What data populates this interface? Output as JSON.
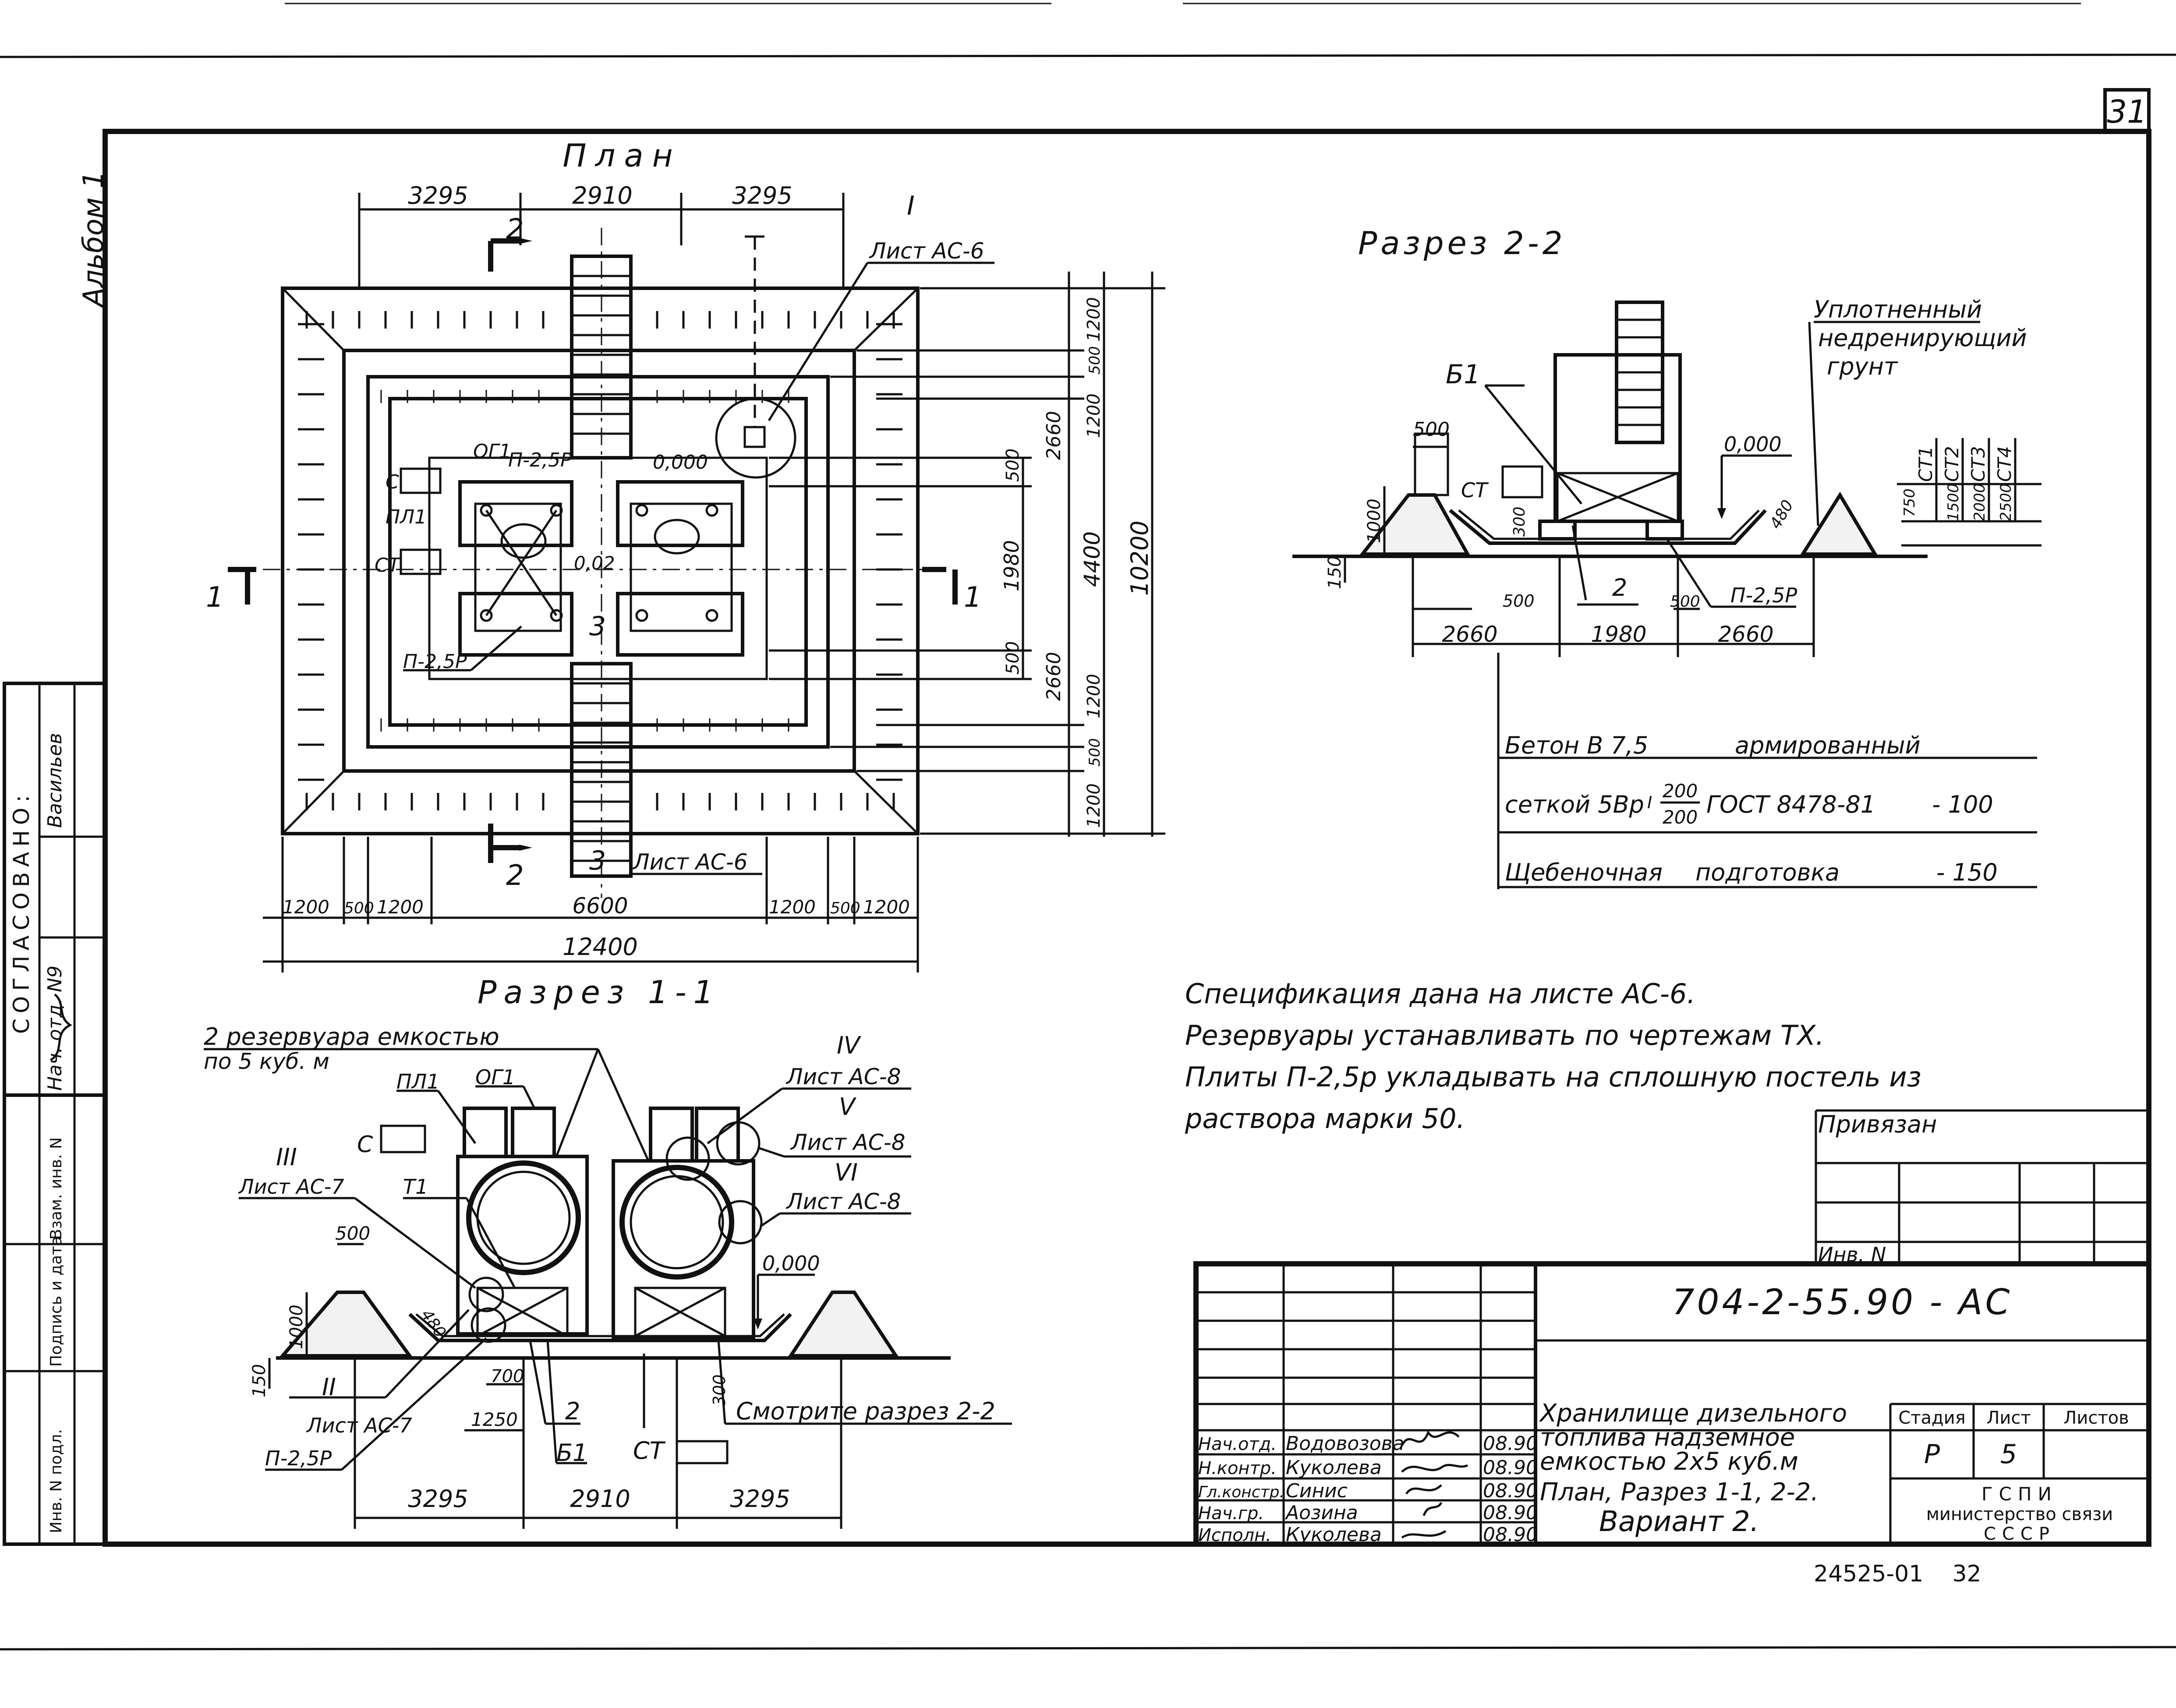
{
  "page_number": "31",
  "album_label": "Альбом 1",
  "plan": {
    "title": "План",
    "dims_top": [
      "3295",
      "2910",
      "3295"
    ],
    "dims_bottom_small": [
      "1200",
      "500",
      "1200",
      "6600",
      "1200",
      "500",
      "1200"
    ],
    "dims_bottom_total": "12400",
    "dims_right_inner": [
      "500",
      "1980",
      "500"
    ],
    "dims_right_mid": [
      "1200",
      "500",
      "1200",
      "2660",
      "4400",
      "2660",
      "1200",
      "500",
      "1200"
    ],
    "dims_right_total": "10200",
    "labels": {
      "og1": "ОГ1",
      "p25p_top": "П-2,5Р",
      "c": "С",
      "pl1": "ПЛ1",
      "ct": "СТ",
      "p25p_bottom": "П-2,5Р",
      "level_0": "0,000",
      "slope": "0,02",
      "callout_i": "I",
      "callout_i_sheet": "Лист АС-6",
      "callout_3": "3",
      "callout_3_sheet": "Лист АС-6",
      "sec1": "1",
      "sec2": "2"
    }
  },
  "section22": {
    "title": "Разрез 2-2",
    "soil_note": [
      "Уплотненный",
      "недренирующий",
      "грунт"
    ],
    "labels": {
      "b1": "Б1",
      "d500": "500",
      "ct": "СТ",
      "level_0": "0,000",
      "d1000": "1000",
      "d150": "150",
      "d300": "300",
      "d480": "480",
      "d500a": "500",
      "mark2": "2",
      "d500b": "500",
      "p25p": "П-2,5Р",
      "dims": [
        "2660",
        "1980",
        "2660"
      ],
      "ct_labels": [
        "СТ1",
        "СТ2",
        "СТ3",
        "СТ4"
      ],
      "ct_dims": [
        "750",
        "1500",
        "2000",
        "2500"
      ]
    },
    "layers": [
      {
        "material": "Бетон  В 7,5",
        "desc": "армированный"
      },
      {
        "material": "сеткой 5Вр",
        "roman": "I",
        "num": "200",
        "den": "200",
        "desc": "ГОСТ 8478-81",
        "value": "- 100"
      },
      {
        "material": "Щебеночная",
        "desc": "подготовка",
        "value": "- 150"
      }
    ]
  },
  "section11": {
    "title": "Разрез 1-1",
    "tank_note": [
      "2 резервуара емкостью",
      "по 5 куб. м"
    ],
    "labels": {
      "pl1": "ПЛ1",
      "og1": "ОГ1",
      "c": "С",
      "t1": "Т1",
      "iii": "III",
      "iii_sheet": "Лист АС-7",
      "iv": "IV",
      "iv_sheet": "Лист АС-8",
      "v": "V",
      "v_sheet": "Лист АС-8",
      "vi": "VI",
      "vi_sheet": "Лист АС-8",
      "level_0": "0,000",
      "d500": "500",
      "d1000": "1000",
      "d150": "150",
      "d480": "480",
      "ii": "II",
      "ii_sheet": "Лист АС-7",
      "p25p": "П-2,5Р",
      "d700": "700",
      "d1250": "1250",
      "mark2": "2",
      "b1": "Б1",
      "ct": "СТ",
      "d300": "300",
      "see": "Смотрите разрез 2-2",
      "dims": [
        "3295",
        "2910",
        "3295"
      ]
    }
  },
  "notes": [
    "Спецификация    дана   на листе  АС-6.",
    "Резервуары   устанавливать   по чертежам ТХ.",
    "Плиты  П-2,5р  укладывать   на  сплошную  постель  из",
    "раствора  марки  50."
  ],
  "side_stamp": {
    "agreed": "СОГЛАСОВАНО:",
    "dept": "Нач. отд. N9",
    "name": "Васильев",
    "inv_orig": "Инв. N подл.",
    "sign_date": "Подпись и дата",
    "replace_inv": "Взам. инв. N"
  },
  "privyazan": {
    "title": "Привязан",
    "inv": "Инв. N"
  },
  "title_block": {
    "code": "704-2-55.90 - АС",
    "roles": [
      {
        "role": "Нач.отд.",
        "name": "Водовозова",
        "date": "08.90"
      },
      {
        "role": "Н.контр.",
        "name": "Куколева",
        "date": "08.90"
      },
      {
        "role": "Гл.констр.",
        "name": "Синис",
        "date": "08.90"
      },
      {
        "role": "Нач.гр.",
        "name": "Аозина",
        "date": "08.90"
      },
      {
        "role": "Исполн.",
        "name": "Куколева",
        "date": "08.90"
      }
    ],
    "object_name": [
      "Хранилище  дизельного",
      "топлива   надземное",
      "емкостью      2х5 куб.м"
    ],
    "sheet_name": [
      "План, Разрез 1-1, 2-2.",
      "Вариант 2."
    ],
    "stage_header": "Стадия",
    "sheet_header": "Лист",
    "sheets_header": "Листов",
    "stage": "Р",
    "sheet": "5",
    "sheets": "",
    "org": [
      "ГСПИ",
      "министерство связи",
      "СССР"
    ]
  },
  "footer": "24525-01    32"
}
